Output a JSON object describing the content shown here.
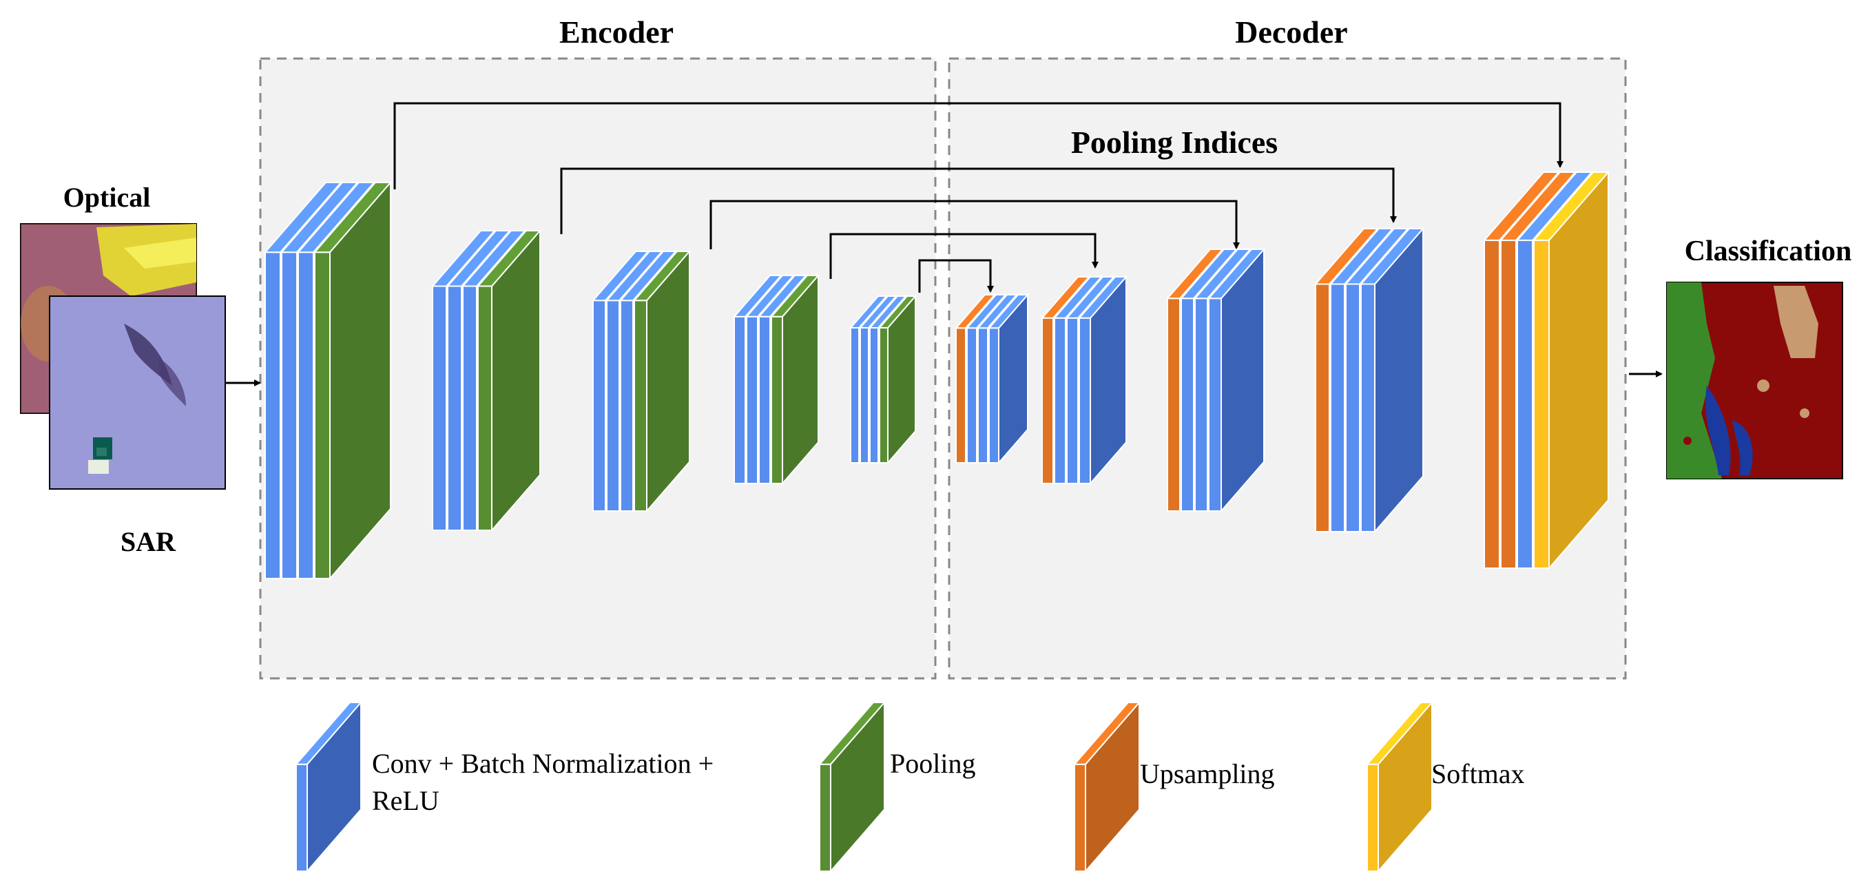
{
  "titles": {
    "encoder": "Encoder",
    "decoder": "Decoder",
    "pooling_indices": "Pooling Indices"
  },
  "inputs": {
    "optical": "Optical",
    "sar": "SAR"
  },
  "output": {
    "classification": "Classification"
  },
  "legend": {
    "conv_line1": "Conv + Batch Normalization +",
    "conv_line2": "ReLU",
    "pooling": "Pooling",
    "upsampling": "Upsampling",
    "softmax": "Softmax"
  },
  "colors": {
    "conv": "#4f7fd6",
    "conv_dark": "#3a63b8",
    "pooling": "#4f7f2c",
    "upsampling": "#c8671e",
    "softmax": "#e4ac1a",
    "panel": "#f2f2f2",
    "optical_yellow": "#e8e030",
    "sar_lavender": "#9a9ad8",
    "class_red": "#8a0a0a",
    "class_green": "#3b8a2a",
    "class_blue": "#1a3aa0"
  }
}
